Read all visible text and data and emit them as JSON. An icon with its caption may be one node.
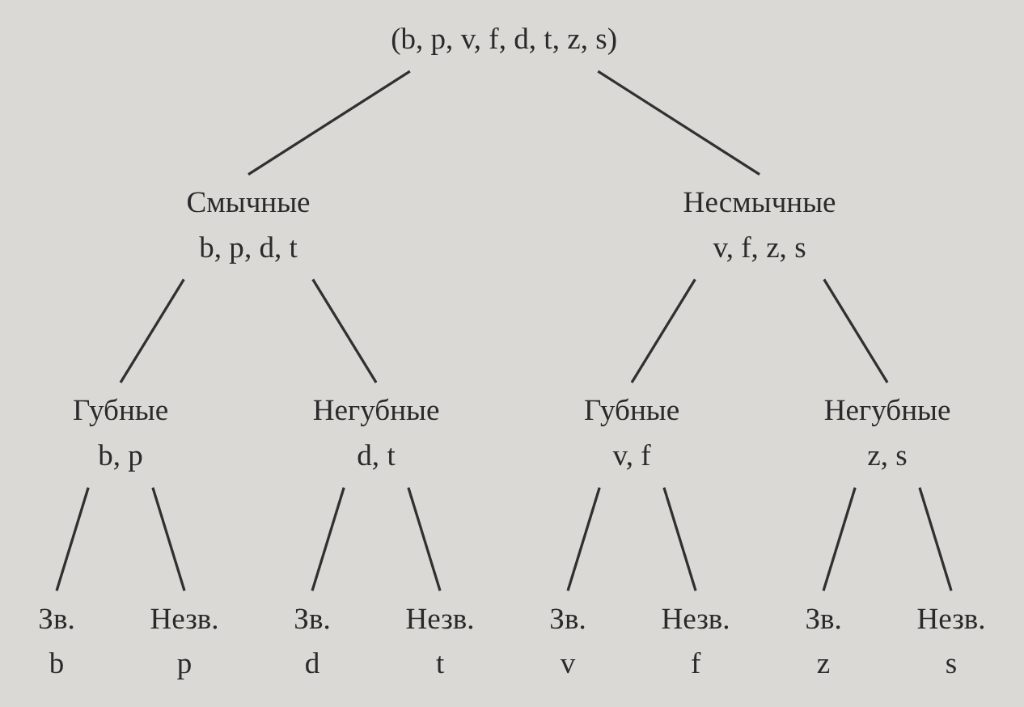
{
  "diagram": {
    "nodes": [
      {
        "text": [
          "(b, p, v, f, d, t, z, s)"
        ]
      },
      {
        "text": [
          "Смычные",
          "b, p, d, t"
        ]
      },
      {
        "text": [
          "Несмычные",
          "v, f, z, s"
        ]
      },
      {
        "text": [
          "Губные",
          "b, p"
        ]
      },
      {
        "text": [
          "Негубные",
          "d, t"
        ]
      },
      {
        "text": [
          "Губные",
          "v, f"
        ]
      },
      {
        "text": [
          "Негубные",
          "z, s"
        ]
      },
      {
        "text": [
          "Зв.",
          "b"
        ]
      },
      {
        "text": [
          "Незв.",
          "p"
        ]
      },
      {
        "text": [
          "Зв.",
          "d"
        ]
      },
      {
        "text": [
          "Незв.",
          "t"
        ]
      },
      {
        "text": [
          "Зв.",
          "v"
        ]
      },
      {
        "text": [
          "Незв.",
          "f"
        ]
      },
      {
        "text": [
          "Зв.",
          "z"
        ]
      },
      {
        "text": [
          "Незв.",
          "s"
        ]
      }
    ],
    "edges": [
      {
        "from": 0,
        "to": 1,
        "arrow": "none"
      },
      {
        "from": 0,
        "to": 2,
        "arrow": "none"
      },
      {
        "from": 1,
        "to": 3,
        "arrow": "none"
      },
      {
        "from": 1,
        "to": 4,
        "arrow": "none"
      },
      {
        "from": 2,
        "to": 5,
        "arrow": "none"
      },
      {
        "from": 2,
        "to": 6,
        "arrow": "none"
      },
      {
        "from": 3,
        "to": 7,
        "arrow": "none"
      },
      {
        "from": 3,
        "to": 8,
        "arrow": "none"
      },
      {
        "from": 4,
        "to": 9,
        "arrow": "none"
      },
      {
        "from": 4,
        "to": 10,
        "arrow": "none"
      },
      {
        "from": 5,
        "to": 11,
        "arrow": "none"
      },
      {
        "from": 5,
        "to": 12,
        "arrow": "none"
      },
      {
        "from": 6,
        "to": 13,
        "arrow": "none"
      },
      {
        "from": 6,
        "to": 14,
        "arrow": "none"
      }
    ]
  }
}
